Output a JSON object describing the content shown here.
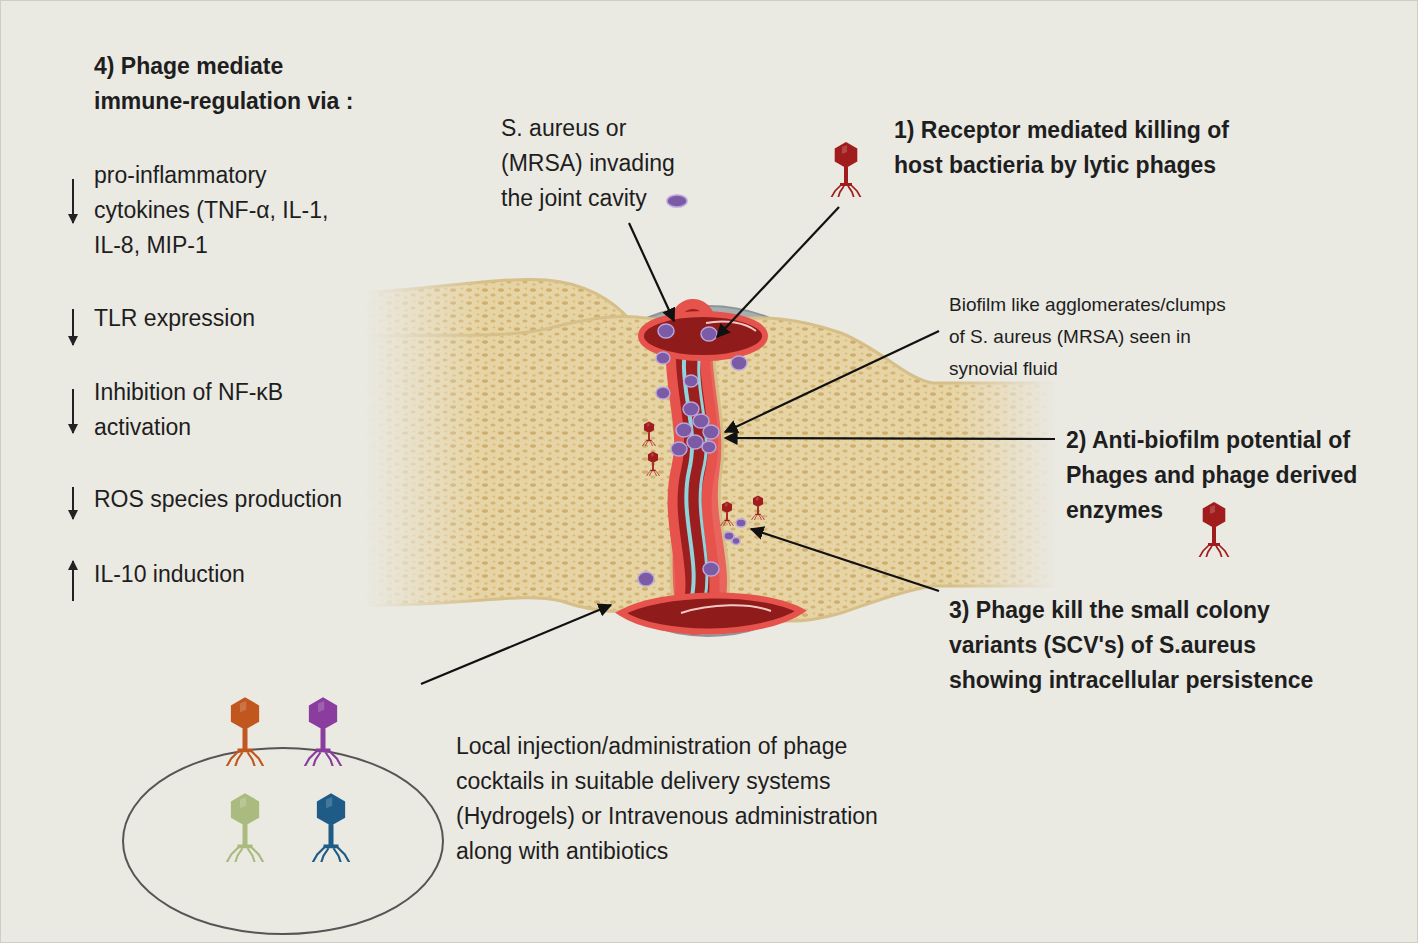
{
  "diagram": {
    "labels": [
      "4) Phage mediate immune-regulation via :",
      "S. aureus or (MRSA) invading the joint cavity",
      "1) Receptor mediated killing of host bactieria by lytic phages",
      "pro-inflammatory cytokines (TNF-α, IL-1, IL-8, MIP-1",
      "TLR expression",
      "Biofilm like agglomerates/clumps of S. aureus (MRSA) seen in synovial fluid",
      "Inhibition of NF-κB activation",
      "2) Anti-biofilm potential of Phages and phage derived enzymes",
      "ROS species production",
      "IL-10 induction",
      "3) Phage kill the small colony variants (SCV's) of S.aureus showing intracellular persistence",
      "Local injection/administration of phage cocktails in suitable delivery systems (Hydrogels) or Intravenous administration along with antibiotics"
    ]
  }
}
